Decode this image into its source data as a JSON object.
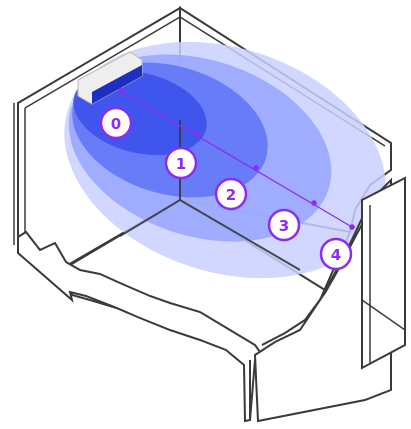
{
  "colors": {
    "background": "#ffffff",
    "room_outline": "#3a3a3a",
    "wall_fill": "#ffffff",
    "zone_outer": "#c9d0ff",
    "zone_mid": "#9aa8ff",
    "zone_inner": "#6377f7",
    "zone_core": "#3a4fea",
    "unit_body": "#eeeeee",
    "unit_vent": "#1d2fc2",
    "marker_line": "#8b2cf5",
    "badge_stroke": "#8b2cf5",
    "badge_fill": "#ffffff",
    "badge_text": "#8b2cf5"
  },
  "figure": {
    "device": "wall-mounted-unit",
    "zones": [
      "outer",
      "mid",
      "inner",
      "core"
    ]
  },
  "markers": [
    {
      "label": "0"
    },
    {
      "label": "1"
    },
    {
      "label": "2"
    },
    {
      "label": "3"
    },
    {
      "label": "4"
    }
  ]
}
